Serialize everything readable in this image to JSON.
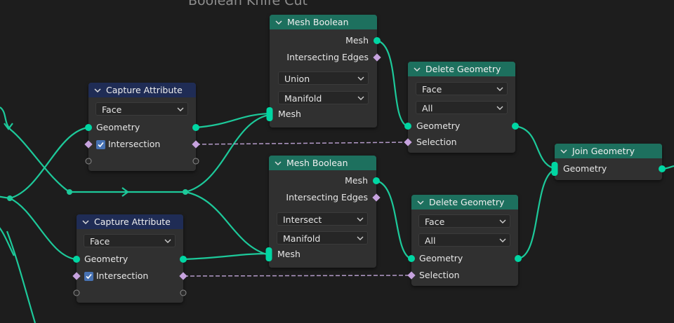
{
  "frame": {
    "title": "Boolean Knife Cut"
  },
  "nodes": {
    "capture_top": {
      "title": "Capture Attribute",
      "domain": "Face",
      "geometry": "Geometry",
      "attribute": "Intersection",
      "checked": true
    },
    "capture_bottom": {
      "title": "Capture Attribute",
      "domain": "Face",
      "geometry": "Geometry",
      "attribute": "Intersection",
      "checked": true
    },
    "boolean_top": {
      "title": "Mesh Boolean",
      "out_mesh": "Mesh",
      "out_edges": "Intersecting Edges",
      "operation": "Union",
      "solver": "Manifold",
      "in_mesh": "Mesh"
    },
    "boolean_bottom": {
      "title": "Mesh Boolean",
      "out_mesh": "Mesh",
      "out_edges": "Intersecting Edges",
      "operation": "Intersect",
      "solver": "Manifold",
      "in_mesh": "Mesh"
    },
    "delete_top": {
      "title": "Delete Geometry",
      "domain": "Face",
      "mode": "All",
      "geometry": "Geometry",
      "selection": "Selection"
    },
    "delete_bottom": {
      "title": "Delete Geometry",
      "domain": "Face",
      "mode": "All",
      "geometry": "Geometry",
      "selection": "Selection"
    },
    "join": {
      "title": "Join Geometry",
      "geometry": "Geometry"
    }
  },
  "colors": {
    "background": "#1d1d1d",
    "node_body": "#303030",
    "header_attribute": "#1f2c55",
    "header_geometry": "#1d705e",
    "geometry_socket": "#00d6a3",
    "field_socket": "#c6a2de",
    "checkbox": "#4772b3"
  }
}
